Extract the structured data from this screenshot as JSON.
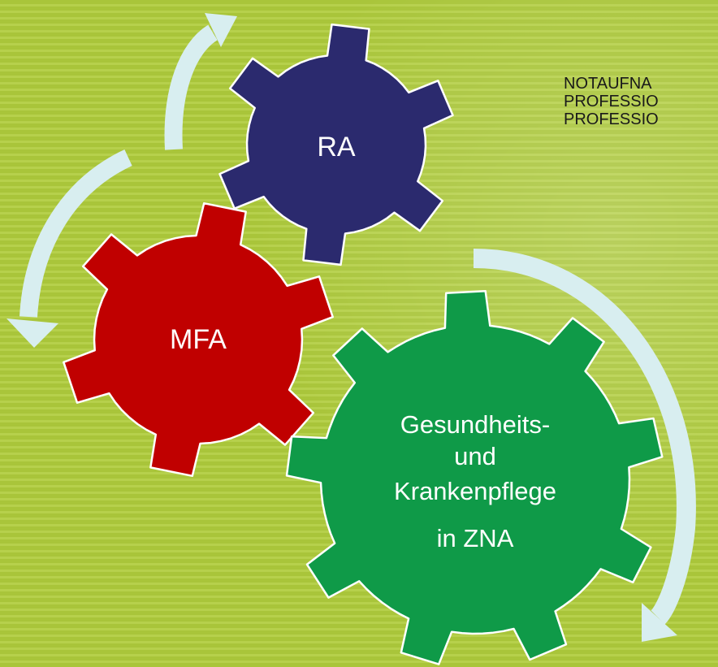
{
  "colors": {
    "background": "#a9c53a",
    "stripe": "#b6d04c",
    "arrow": "#d8eef0",
    "gear_ra": "#2b2a6e",
    "gear_mfa": "#c00000",
    "gear_pflege": "#0f9a48",
    "gear_outline": "#ffffff",
    "gear_text": "#ffffff"
  },
  "gears": {
    "ra": {
      "label": "RA"
    },
    "mfa": {
      "label": "MFA"
    },
    "pflege": {
      "lines": [
        "Gesundheits-",
        "und",
        "Krankenpflege",
        "in ZNA"
      ]
    }
  },
  "side_text": {
    "lines": [
      "NOTAUFNA",
      "PROFESSIO",
      "PROFESSIO"
    ]
  }
}
